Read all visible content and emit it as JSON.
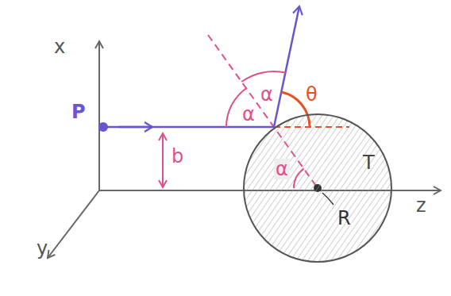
{
  "diagram": {
    "nodes": [
      {
        "text": [
          "T",
          "R"
        ]
      }
    ],
    "labels": [
      "x",
      "P",
      "α",
      "α",
      "θ",
      "α",
      "b",
      "y",
      "z"
    ]
  }
}
